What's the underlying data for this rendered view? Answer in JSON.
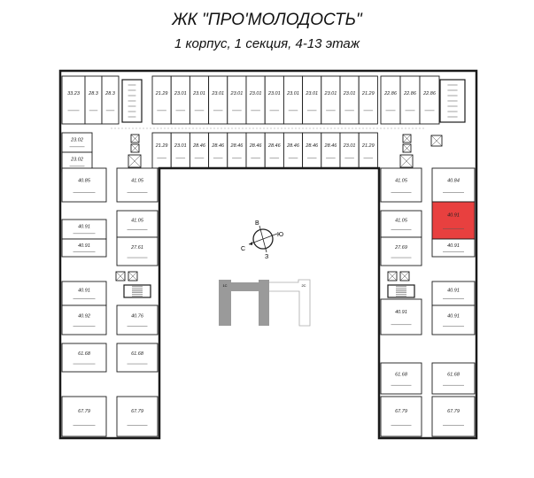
{
  "header": {
    "title": "ЖК \"ПРО'МОЛОДОСТЬ\"",
    "subtitle": "1 корпус, 1 секция, 4-13 этаж"
  },
  "plan": {
    "top_row": [
      "33.23",
      "28.3",
      "28.3",
      "21.29",
      "23.01",
      "23.01",
      "23.01",
      "23.01",
      "23.01",
      "23.01",
      "23.01",
      "23.01",
      "23.01",
      "23.01",
      "21.29",
      "22.86",
      "22.86",
      "22.86"
    ],
    "top_inner_row": [
      "23.02",
      "23.02",
      "21.29",
      "23.01",
      "28.46",
      "28.46",
      "28.46",
      "28.46",
      "28.46",
      "28.46",
      "28.46",
      "28.46",
      "23.01",
      "21.29"
    ],
    "left_wing_outer": [
      "40.85",
      "40.91",
      "40.91",
      "40.91",
      "40.92",
      "61.68",
      "67.79"
    ],
    "left_wing_inner": [
      "41.05",
      "41.05",
      "27.61",
      "40.76",
      "61.68",
      "67.79"
    ],
    "right_wing_inner": [
      "41.05",
      "41.05",
      "27.69",
      "40.91",
      "61.68",
      "67.79"
    ],
    "right_wing_outer": [
      "40.84",
      "40.91",
      "40.91",
      "40.91",
      "40.91",
      "61.68",
      "67.79"
    ],
    "highlighted_unit": {
      "area": "40.91",
      "color": "#e8403f"
    },
    "wall_color": "#1a1a1a"
  },
  "compass": {
    "north": "В",
    "east": "Ю",
    "south": "З",
    "west": "С"
  },
  "section_map": {
    "labels": [
      "1С",
      "2С"
    ],
    "active_color": "#9a9a9a"
  }
}
